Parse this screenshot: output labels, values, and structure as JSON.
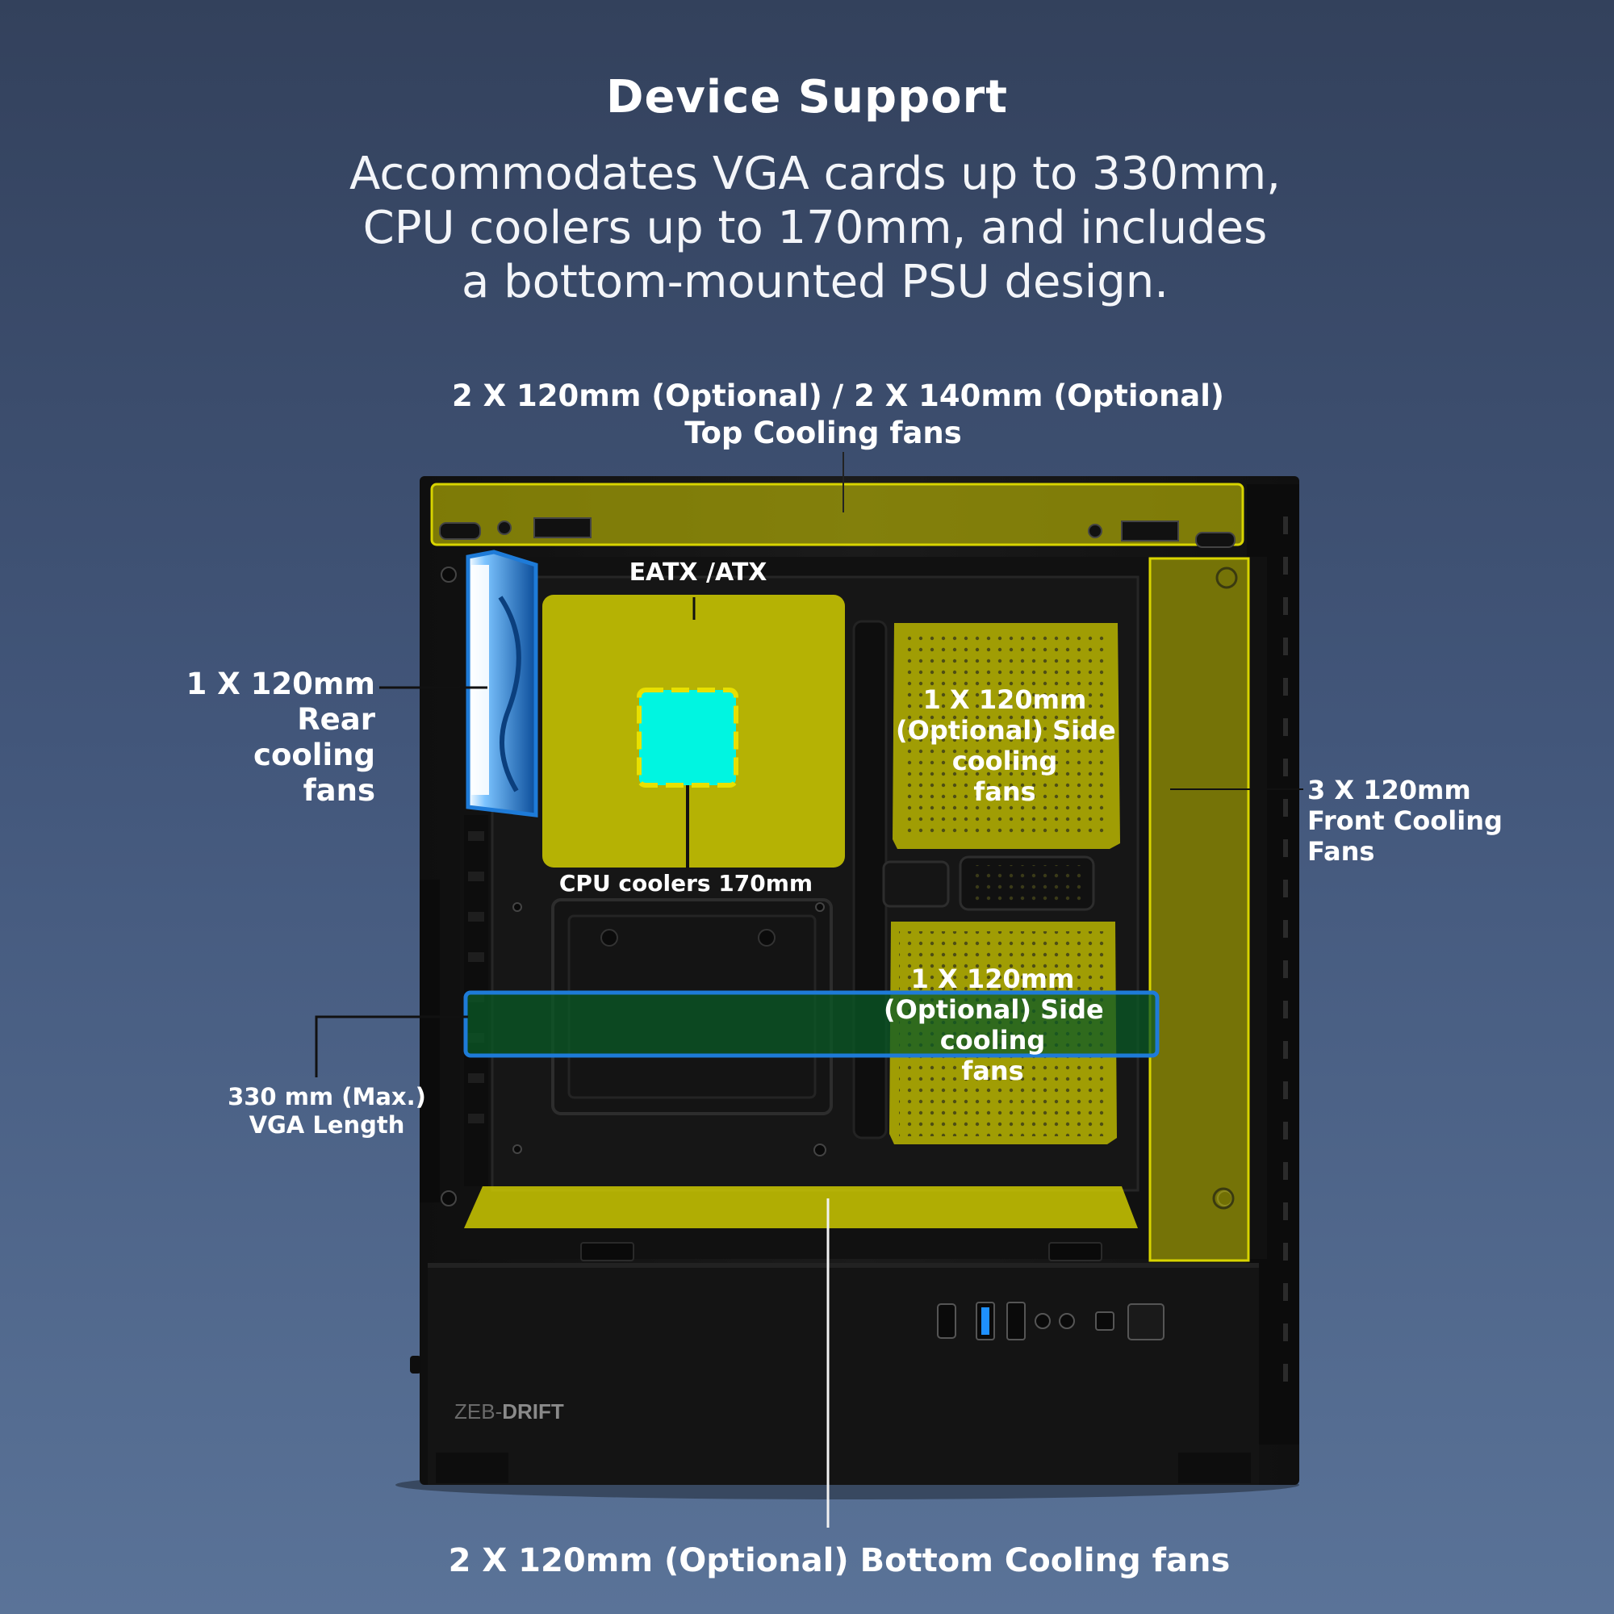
{
  "header": {
    "title": "Device Support",
    "subtitle_lines": [
      "Accommodates VGA cards up to 330mm,",
      "CPU coolers up to 170mm, and includes",
      "a bottom-mounted PSU design."
    ]
  },
  "callouts": {
    "top_fans": [
      "2 X 120mm (Optional) / 2 X 140mm (Optional)",
      "Top Cooling fans"
    ],
    "motherboard": "EATX /ATX",
    "rear_fan": [
      "1 X 120mm",
      "Rear",
      "cooling",
      "fans"
    ],
    "cpu_cooler": "CPU coolers  170mm",
    "side_fan_upper": [
      "1 X 120mm",
      "(Optional) Side",
      "cooling",
      "fans"
    ],
    "side_fan_lower": [
      "1 X 120mm",
      "(Optional) Side",
      "cooling",
      "fans"
    ],
    "front_fans": [
      "3 X 120mm",
      "Front Cooling",
      "Fans"
    ],
    "vga": [
      "330 mm (Max.)",
      "VGA Length"
    ],
    "bottom_fans": "2 X 120mm (Optional) Bottom Cooling fans"
  },
  "brand": {
    "prefix": "ZEB-",
    "name": "DRIFT"
  },
  "colors": {
    "highlight_yellow": "#d8d400",
    "cpu_cyan": "#00f5e1",
    "fan_blue": "#1e7bd8",
    "vga_green": "#0a6a2a",
    "case_black": "#141414"
  },
  "icons": {
    "usb_c_port": "usb-c-port-icon",
    "usb_a_port_blue": "usb-a-port-icon",
    "usb_a_port": "usb-a-port-icon",
    "audio_jack": "audio-jack-icon",
    "reset_button": "reset-button-icon",
    "power_button": "power-button-icon"
  }
}
